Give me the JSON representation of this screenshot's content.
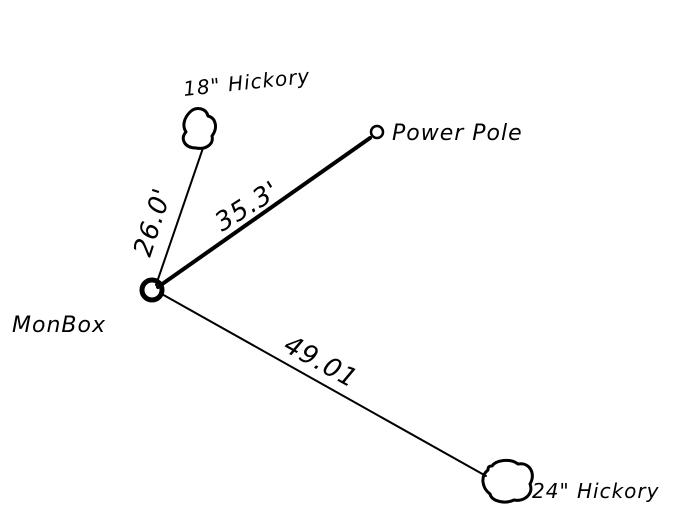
{
  "diagram": {
    "ink_color": "#000000",
    "background": "#ffffff",
    "points": {
      "mon_box": {
        "label": "MonBox"
      },
      "hickory_18": {
        "label": "18\" Hickory"
      },
      "power_pole": {
        "label": "Power Pole"
      },
      "hickory_24": {
        "label": "24\" Hickory"
      }
    },
    "distances": {
      "to_hickory_18": "26.0'",
      "to_power_pole": "35.3'",
      "to_hickory_24": "49.01"
    }
  }
}
